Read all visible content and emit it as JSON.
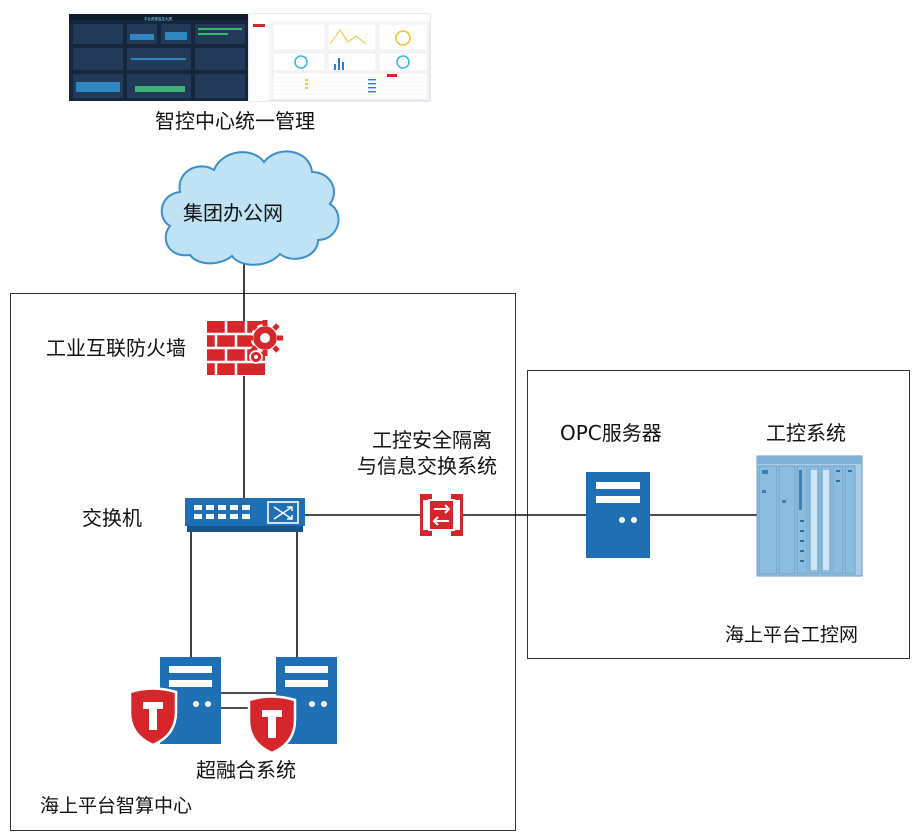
{
  "labels": {
    "management": "智控中心统一管理",
    "office_network": "集团办公网",
    "firewall": "工业互联防火墙",
    "isolation_line1": "工控安全隔离",
    "isolation_line2": "与信息交换系统",
    "opc_server": "OPC服务器",
    "ics_system": "工控系统",
    "switch": "交换机",
    "hci_system": "超融合系统",
    "zone_compute": "海上平台智算中心",
    "zone_ics": "海上平台工控网"
  },
  "dashboard_screen": {
    "title": "平台资源监控大屏"
  },
  "icons": {
    "cloud": "cloud-icon",
    "firewall": "firewall-icon",
    "switch": "network-switch-icon",
    "isolation": "isolation-gateway-icon",
    "server": "server-icon",
    "shield": "shield-t-icon",
    "plc": "plc-rack-icon"
  },
  "colors": {
    "device_blue": "#1f6fb4",
    "device_dark": "#17548c",
    "security_red": "#d6262b",
    "cloud_fill": "#bfe3f5",
    "cloud_stroke": "#3c8fc9",
    "plc_blue": "#a9cde6",
    "line": "#111111"
  }
}
